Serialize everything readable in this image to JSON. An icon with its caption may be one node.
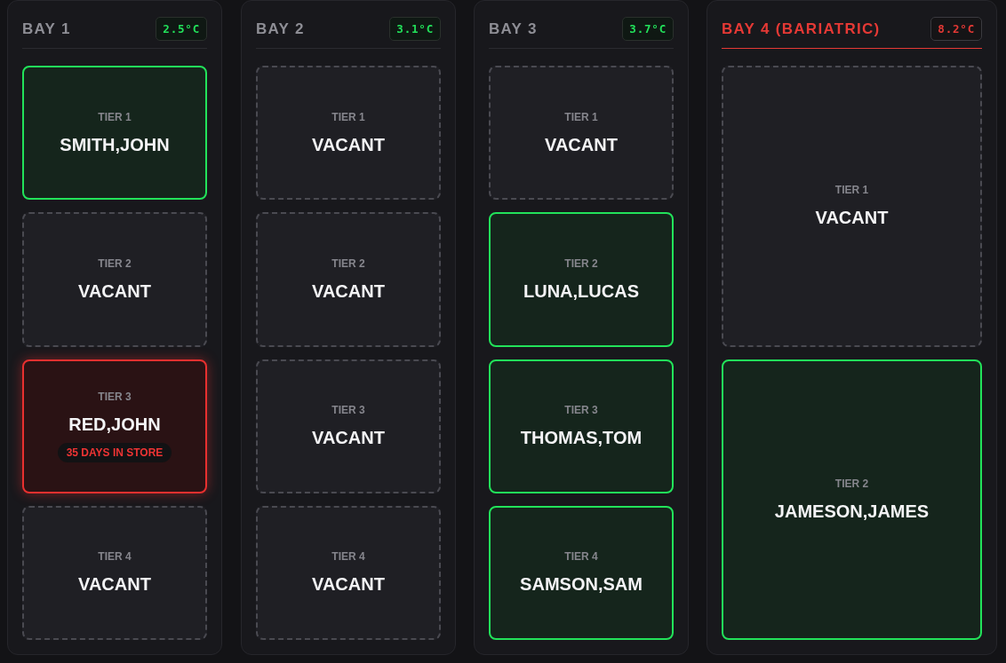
{
  "diagram": {
    "nodes": [
      {
        "text": [
          "BAY 1"
        ]
      },
      {
        "text": [
          "2.5°C"
        ],
        "in": 0
      },
      {
        "text": [
          "TIER 1",
          "SMITH,JOHN"
        ],
        "in": 0
      },
      {
        "text": [
          "TIER 2",
          "VACANT"
        ],
        "in": 0
      },
      {
        "text": [
          "TIER 3",
          "RED,JOHN"
        ],
        "in": 0
      },
      {
        "text": [
          "35 DAYS IN STORE"
        ],
        "in": 4
      },
      {
        "text": [
          "TIER 4",
          "VACANT"
        ],
        "in": 0
      },
      {
        "text": [
          "BAY 2"
        ]
      },
      {
        "text": [
          "3.1°C"
        ],
        "in": 7
      },
      {
        "text": [
          "TIER 1",
          "VACANT"
        ],
        "in": 7
      },
      {
        "text": [
          "TIER 2",
          "VACANT"
        ],
        "in": 7
      },
      {
        "text": [
          "TIER 3",
          "VACANT"
        ],
        "in": 7
      },
      {
        "text": [
          "TIER 4",
          "VACANT"
        ],
        "in": 7
      },
      {
        "text": [
          "BAY 3"
        ]
      },
      {
        "text": [
          "3.7°C"
        ],
        "in": 13
      },
      {
        "text": [
          "TIER 1",
          "VACANT"
        ],
        "in": 13
      },
      {
        "text": [
          "TIER 2",
          "LUNA,LUCAS"
        ],
        "in": 13
      },
      {
        "text": [
          "TIER 3",
          "THOMAS,TOM"
        ],
        "in": 13
      },
      {
        "text": [
          "TIER 4",
          "SAMSON,SAM"
        ],
        "in": 13
      },
      {
        "text": [
          "BAY 4 (BARIATRIC)"
        ]
      },
      {
        "text": [
          "8.2°C"
        ],
        "in": 19
      },
      {
        "text": [
          "TIER 1",
          "VACANT"
        ],
        "in": 19
      },
      {
        "text": [
          "TIER 2",
          "JAMESON,JAMES"
        ],
        "in": 19
      }
    ]
  }
}
